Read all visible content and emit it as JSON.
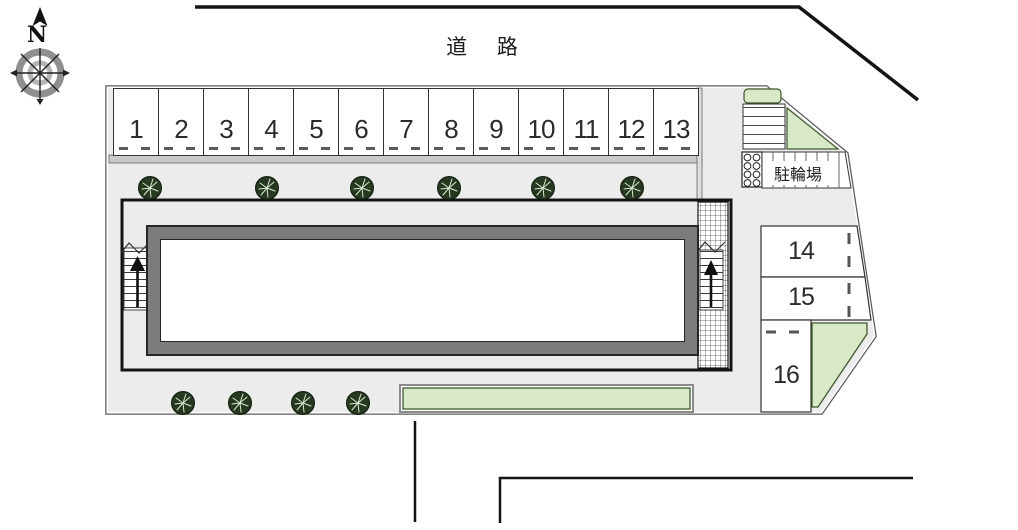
{
  "plan": {
    "road_label": "道 路",
    "compass": {
      "north_label": "N"
    },
    "bicycle_parking_label": "駐輪場",
    "top_spaces": [
      "1",
      "2",
      "3",
      "4",
      "5",
      "6",
      "7",
      "8",
      "9",
      "10",
      "11",
      "12",
      "13"
    ],
    "side_spaces": {
      "s14": "14",
      "s15": "15",
      "s16": "16"
    },
    "colors": {
      "site_fill": "#ececec",
      "walkway_fill": "#c9c9c9",
      "building_wall": "#7c7c7c",
      "greenery_fill": "#d9e8c6",
      "greenery_stroke": "#3f5a2e",
      "line": "#1a1a1a"
    }
  }
}
